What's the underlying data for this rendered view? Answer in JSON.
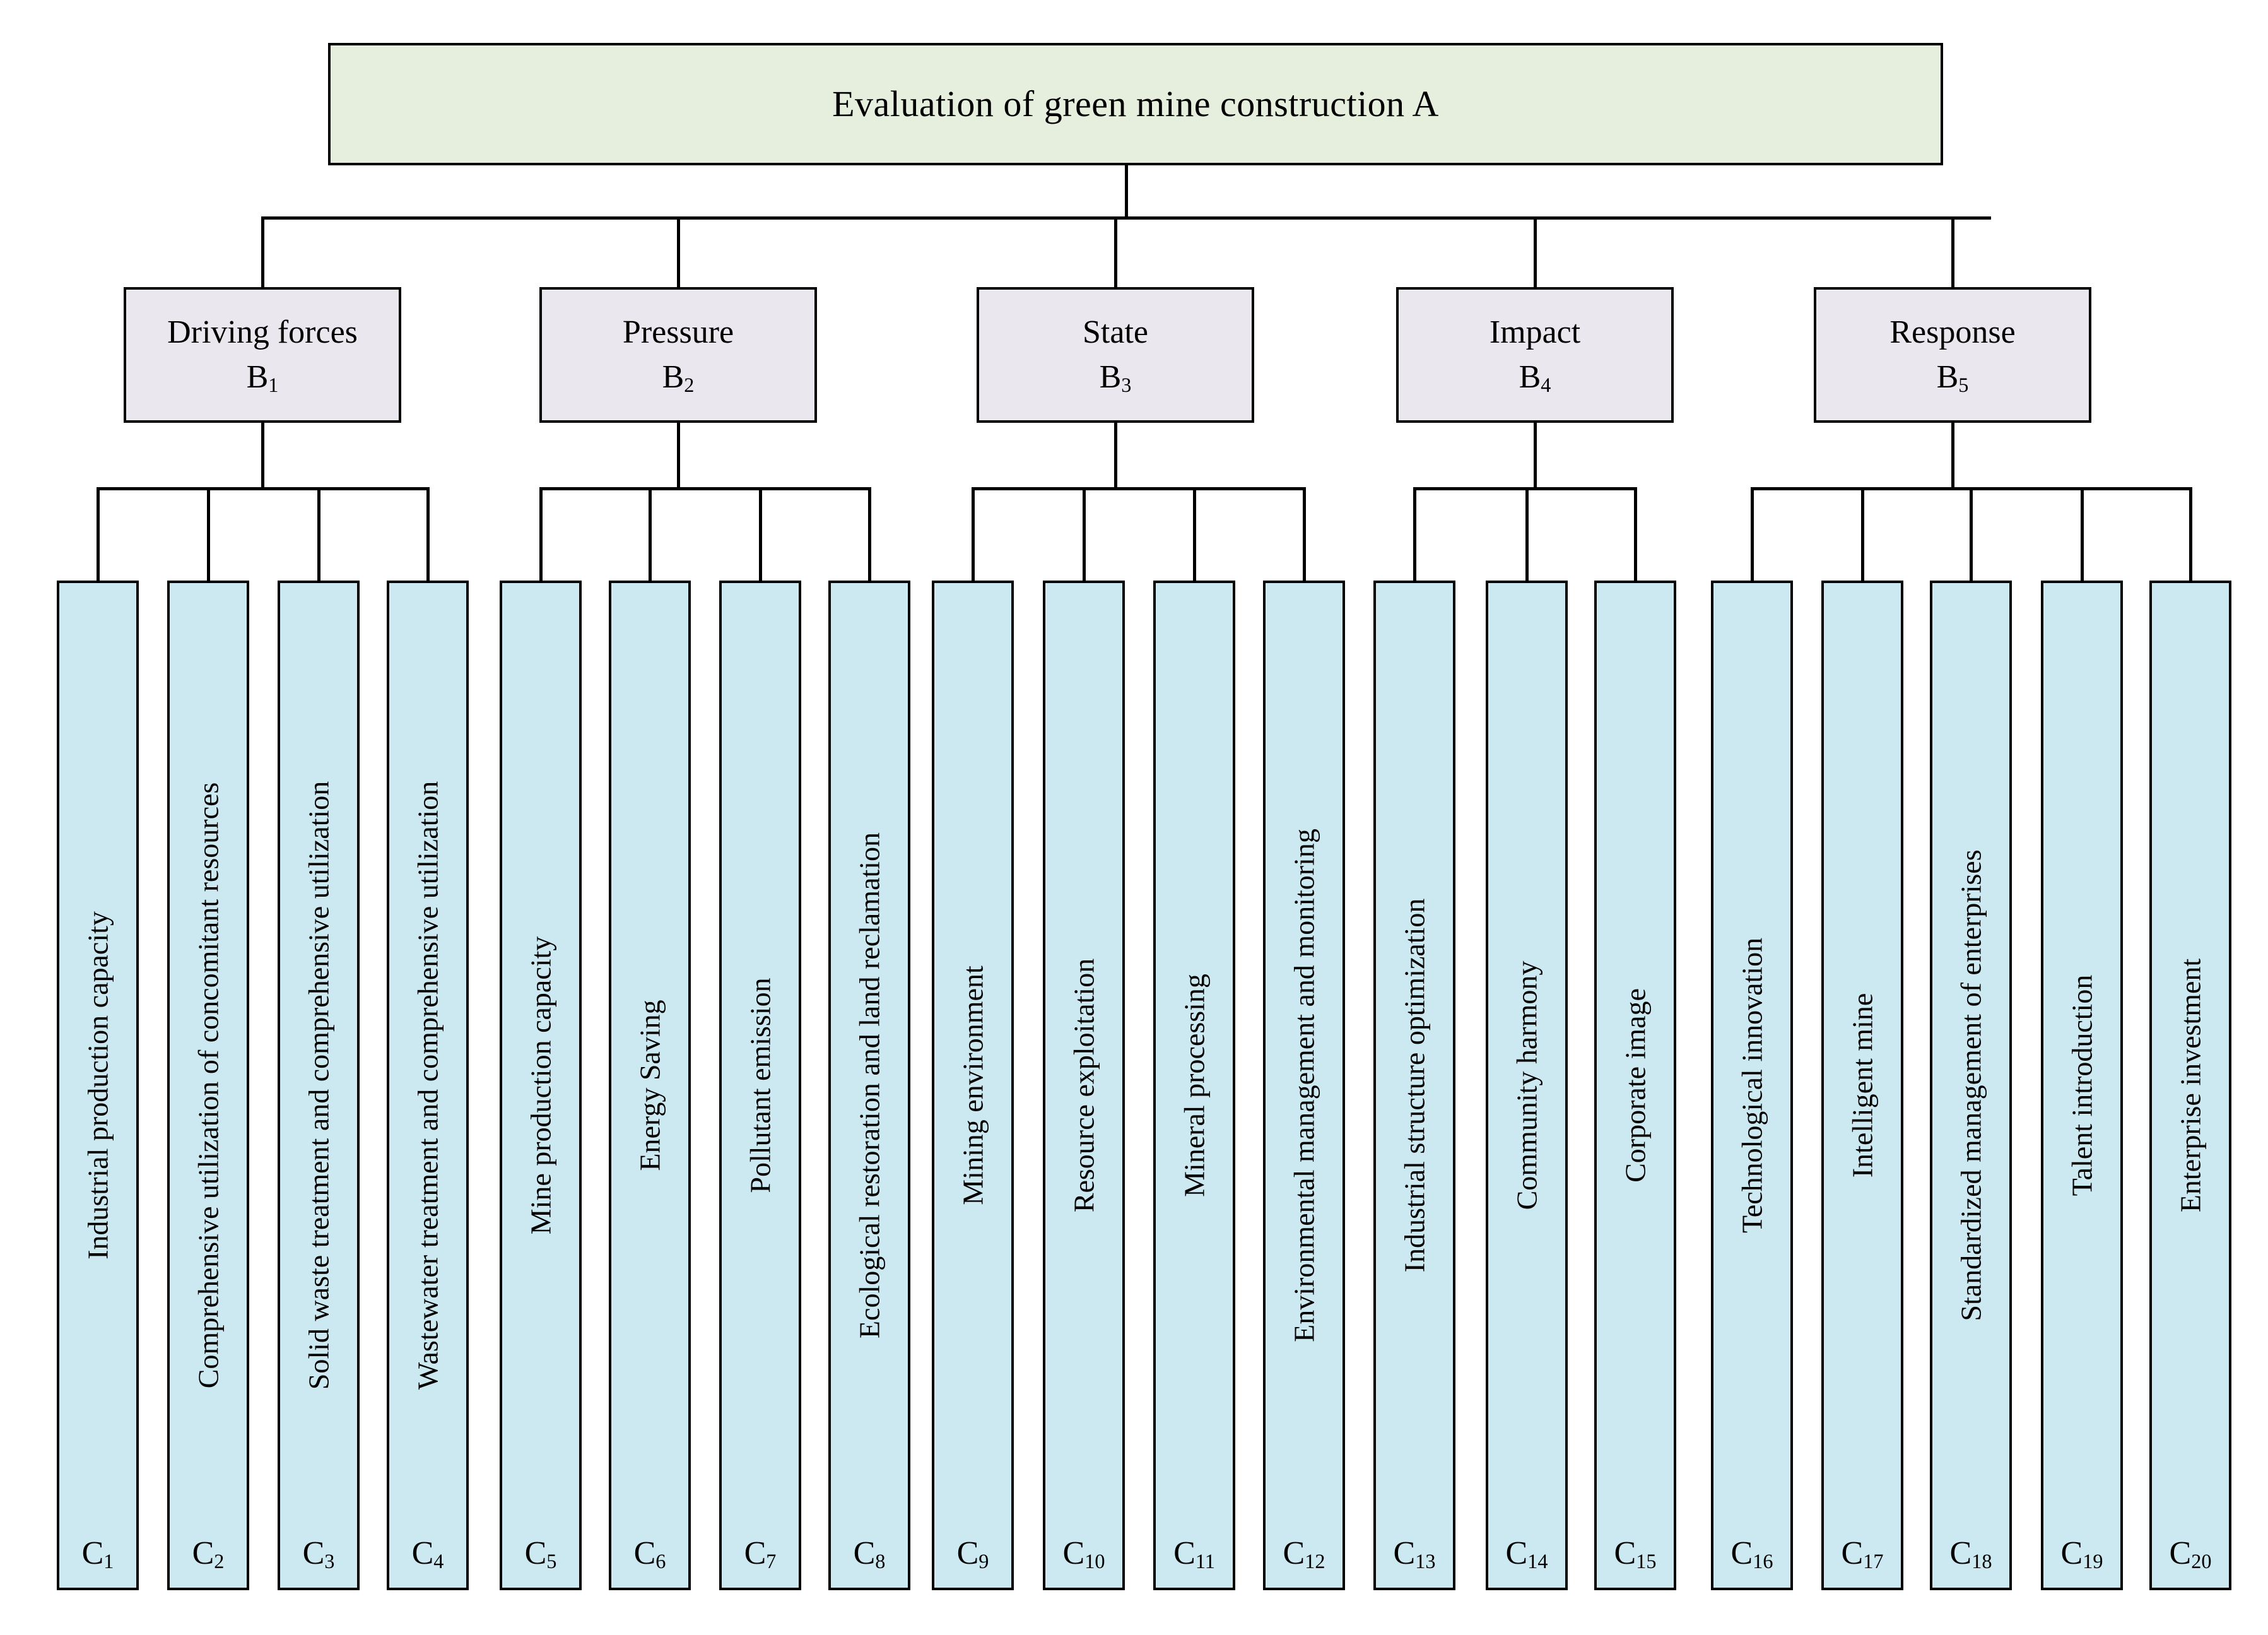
{
  "diagram": {
    "title": "Evaluation of green mine construction  A",
    "colors": {
      "level_a_fill": "#e6eedd",
      "level_b_fill": "#eae7ef",
      "level_c_fill": "#cce9f2",
      "stroke": "#000000",
      "background": "#ffffff"
    },
    "root": {
      "label": "Evaluation of green mine construction  A",
      "code": "A"
    },
    "criteria": [
      {
        "name": "Driving forces",
        "code": "B",
        "index": "1"
      },
      {
        "name": "Pressure",
        "code": "B",
        "index": "2"
      },
      {
        "name": "State",
        "code": "B",
        "index": "3"
      },
      {
        "name": "Impact",
        "code": "B",
        "index": "4"
      },
      {
        "name": "Response",
        "code": "B",
        "index": "5"
      }
    ],
    "indicators": [
      {
        "label": "Industrial production capacity",
        "code": "C",
        "index": "1",
        "parent": "B1"
      },
      {
        "label": "Comprehensive utilization of concomitant resources",
        "code": "C",
        "index": "2",
        "parent": "B1"
      },
      {
        "label": "Solid waste treatment and comprehensive utilization",
        "code": "C",
        "index": "3",
        "parent": "B1"
      },
      {
        "label": "Wastewater treatment and comprehensive utilization",
        "code": "C",
        "index": "4",
        "parent": "B1"
      },
      {
        "label": "Mine production capacity",
        "code": "C",
        "index": "5",
        "parent": "B2"
      },
      {
        "label": "Energy Saving",
        "code": "C",
        "index": "6",
        "parent": "B2"
      },
      {
        "label": "Pollutant emission",
        "code": "C",
        "index": "7",
        "parent": "B2"
      },
      {
        "label": "Ecological restoration and land reclamation",
        "code": "C",
        "index": "8",
        "parent": "B2"
      },
      {
        "label": "Mining environment",
        "code": "C",
        "index": "9",
        "parent": "B3"
      },
      {
        "label": "Resource exploitation",
        "code": "C",
        "index": "10",
        "parent": "B3"
      },
      {
        "label": "Mineral processing",
        "code": "C",
        "index": "11",
        "parent": "B3"
      },
      {
        "label": "Environmental management and monitoring",
        "code": "C",
        "index": "12",
        "parent": "B3"
      },
      {
        "label": "Industrial structure optimization",
        "code": "C",
        "index": "13",
        "parent": "B4"
      },
      {
        "label": "Community harmony",
        "code": "C",
        "index": "14",
        "parent": "B4"
      },
      {
        "label": "Corporate image",
        "code": "C",
        "index": "15",
        "parent": "B4"
      },
      {
        "label": "Technological innovation",
        "code": "C",
        "index": "16",
        "parent": "B5"
      },
      {
        "label": "Intelligent mine",
        "code": "C",
        "index": "17",
        "parent": "B5"
      },
      {
        "label": "Standardized management of enterprises",
        "code": "C",
        "index": "18",
        "parent": "B5"
      },
      {
        "label": "Talent introduction",
        "code": "C",
        "index": "19",
        "parent": "B5"
      },
      {
        "label": "Enterprise investment",
        "code": "C",
        "index": "20",
        "parent": "B5"
      }
    ]
  }
}
